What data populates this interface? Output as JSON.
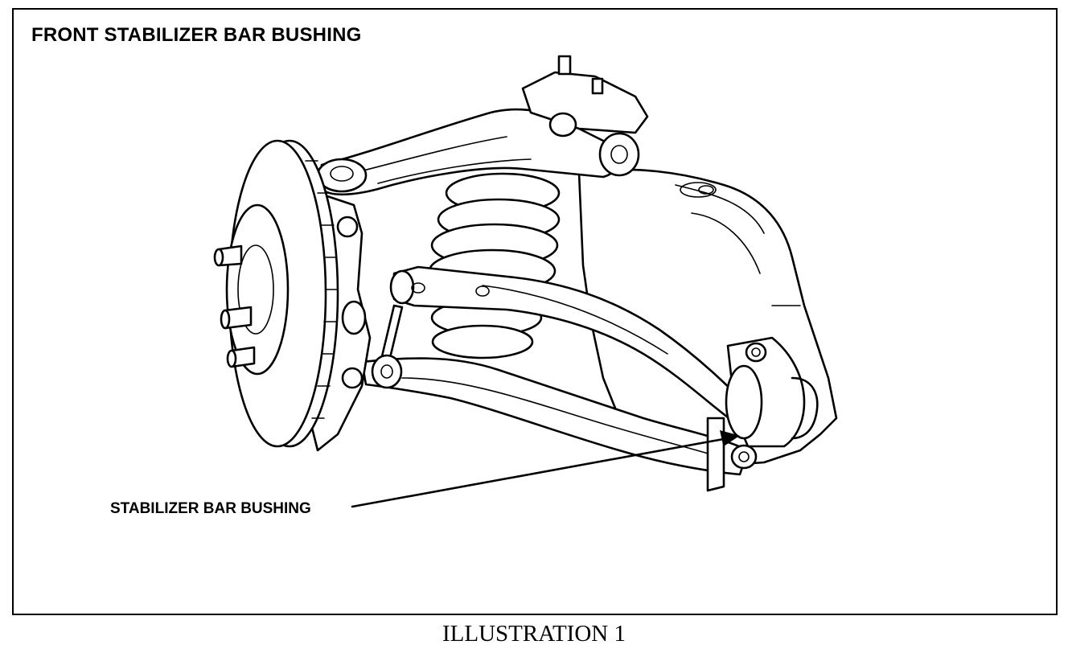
{
  "title": "FRONT STABILIZER BAR BUSHING",
  "callout": {
    "label": "STABILIZER BAR BUSHING"
  },
  "caption": "ILLUSTRATION 1"
}
